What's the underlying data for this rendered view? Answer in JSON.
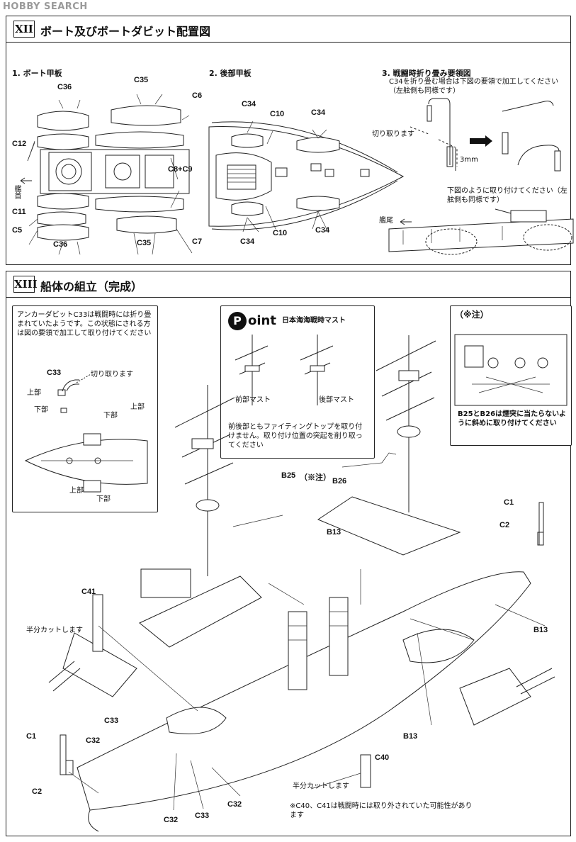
{
  "watermark": "HOBBY SEARCH",
  "section12": {
    "number": "XII",
    "title": "ボート及びボートダビット配置図",
    "sub1": "1. ボート甲板",
    "sub2": "2. 後部甲板",
    "sub3": "3. 戦闘時折り畳み要領図",
    "sub3_note": "C34を折り畳む場合は下図の要領で加工してください（左舷側も同様です）",
    "cut_label": "切り取ります",
    "mm_label": "3mm",
    "attach_note": "下図のように取り付けてください（左舷側も同様です）",
    "bow_label": "艦首",
    "stern_label": "艦尾",
    "labels": {
      "c36_top": "C36",
      "c35_top": "C35",
      "c6": "C6",
      "c12": "C12",
      "c8c9": "C8+C9",
      "c11": "C11",
      "c5": "C5",
      "c36_bot": "C36",
      "c35_bot": "C35",
      "c7": "C7",
      "c34_a": "C34",
      "c10_a": "C10",
      "c34_b": "C34",
      "c34_c": "C34",
      "c10_b": "C10",
      "c34_d": "C34"
    }
  },
  "section13": {
    "number": "XIII",
    "title": "船体の組立（完成）",
    "anchor_note": "アンカーダビットC33は戦闘時には折り畳まれていたようです。この状態にされる方は図の要領で加工して取り付けてください",
    "c33": "C33",
    "cut_label": "切り取ります",
    "upper": "上部",
    "lower": "下部",
    "point_word": "oint",
    "point_logo": "P",
    "point_title": "日本海海戦時マスト",
    "fore_mast": "前部マスト",
    "aft_mast": "後部マスト",
    "point_note": "前後部ともファイティングトップを取り付けません。取り付け位置の突起を削り取ってください",
    "note_title": "（※注）",
    "note_text": "B25とB26は煙突に当たらないように斜めに取り付けてください",
    "labels": {
      "b25": "B25",
      "note_ref": "（※注）",
      "b26": "B26",
      "c1_right": "C1",
      "c2_right": "C2",
      "b13_a": "B13",
      "c41": "C41",
      "half_cut_a": "半分カットします",
      "b13_b": "B13",
      "c33_a": "C33",
      "c32_a": "C32",
      "c1_left": "C1",
      "c2_left": "C2",
      "c32_b": "C32",
      "c33_b": "C33",
      "c32_c": "C32",
      "b13_c": "B13",
      "c40": "C40",
      "half_cut_b": "半分カットします"
    },
    "footnote": "※C40、C41は戦闘時には取り外されていた可能性があります"
  }
}
